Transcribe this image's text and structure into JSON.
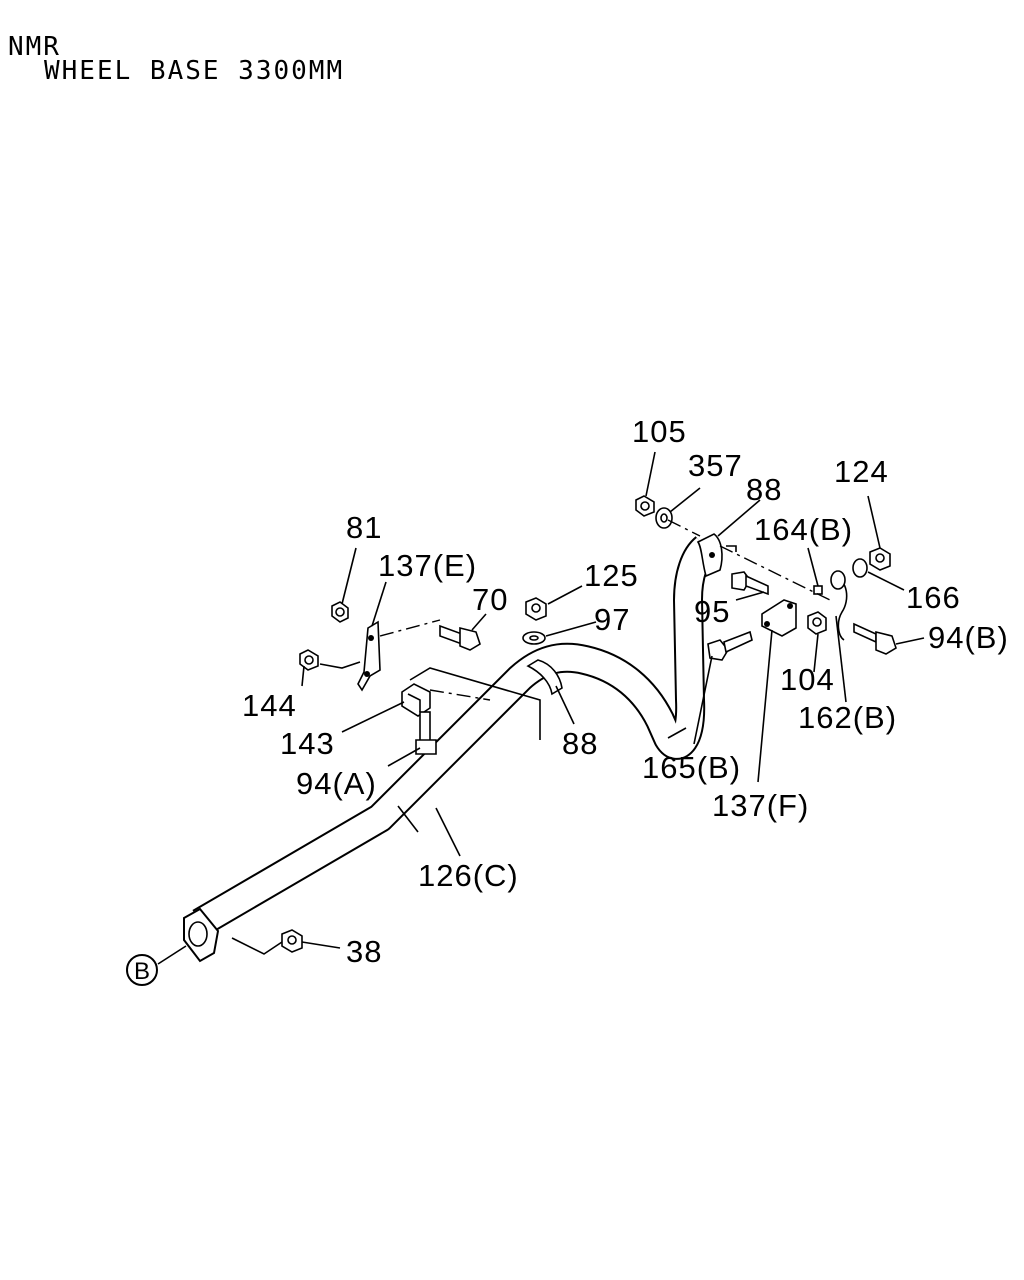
{
  "header": {
    "model": "NMR",
    "wheelbase": "WHEEL BASE 3300MM"
  },
  "callouts": {
    "p105": "105",
    "p357": "357",
    "p88_top": "88",
    "p124": "124",
    "p164b": "164(B)",
    "p166": "166",
    "p125": "125",
    "p97": "97",
    "p95": "95",
    "p94b": "94(B)",
    "p81": "81",
    "p137e": "137(E)",
    "p70": "70",
    "p104": "104",
    "p144": "144",
    "p162b": "162(B)",
    "p143": "143",
    "p88_mid": "88",
    "p165b": "165(B)",
    "p94a": "94(A)",
    "p137f": "137(F)",
    "p126c": "126(C)",
    "p38": "38",
    "ref_b": "B"
  }
}
